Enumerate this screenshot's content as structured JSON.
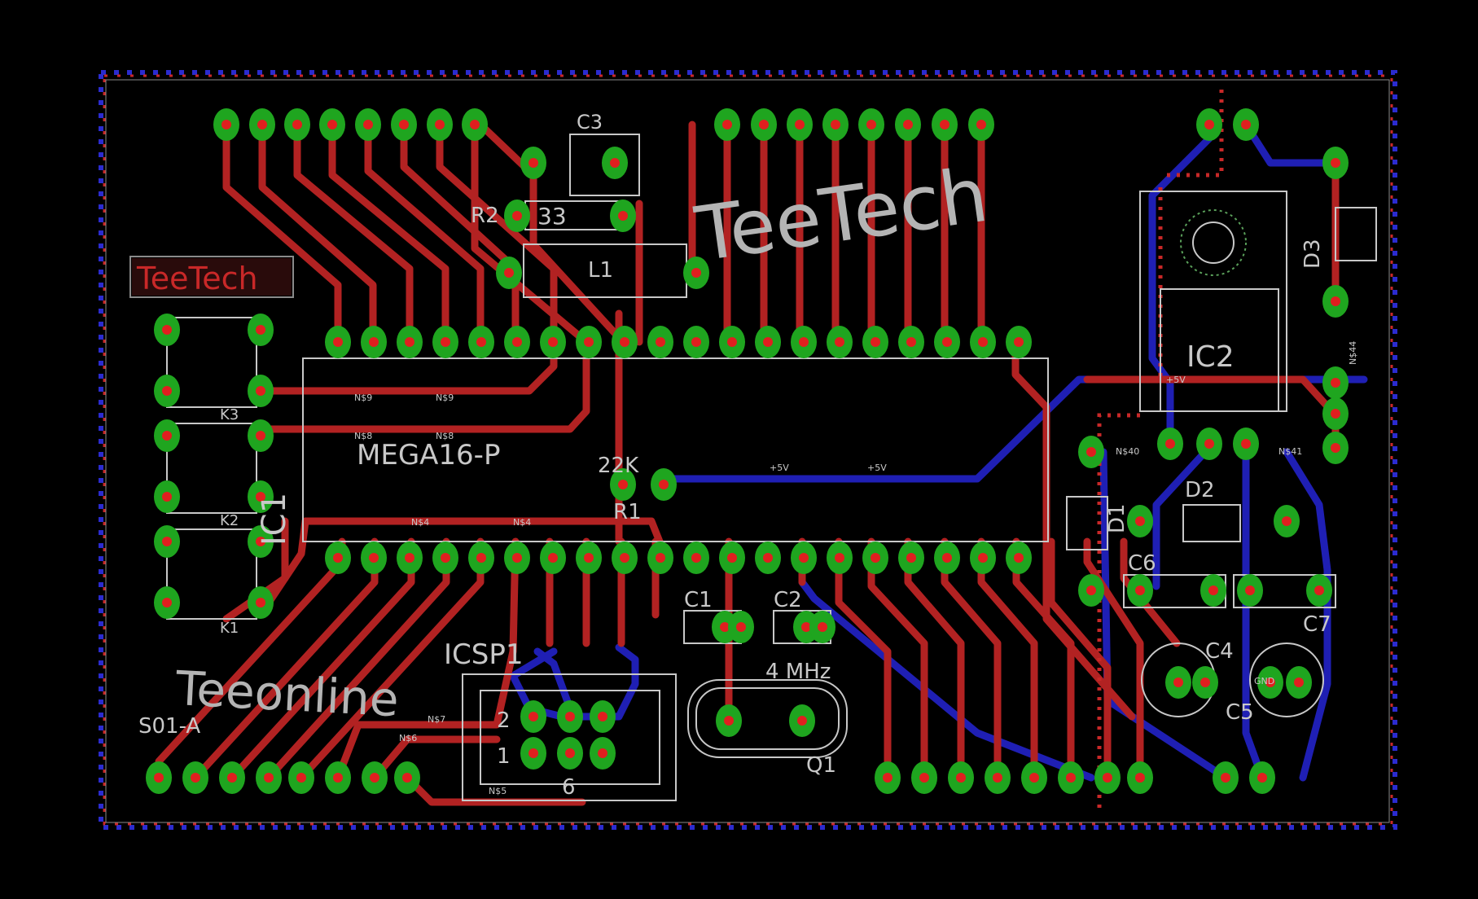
{
  "colors": {
    "background": "#000000",
    "top_copper": "#b22222",
    "bottom_copper": "#1f1fb4",
    "pad": "#1fa51f",
    "drill": "#e01f1f",
    "silkscreen": "#c8c8c8",
    "outline_red": "#c82828"
  },
  "silk": {
    "brand": "TeeTech",
    "brand_small": "TeeTech",
    "online": "Teeonline",
    "mcu": "MEGA16-P",
    "ic1": "IC1",
    "ic2": "IC2",
    "c3": "C3",
    "r2": "R2",
    "r2_value": "33",
    "l1": "L1",
    "r1": "R1",
    "r1_value": "22K",
    "k1": "K1",
    "k2": "K2",
    "k3": "K3",
    "icsp": "ICSP1",
    "icsp_pin2": "2",
    "icsp_pin1": "1",
    "icsp_pin6": "6",
    "c1": "C1",
    "c2": "C2",
    "crystal_value": "4 MHz",
    "q1": "Q1",
    "d1": "D1",
    "d2": "D2",
    "d3": "D3",
    "c4": "C4",
    "c5": "C5",
    "c6": "C6",
    "c7": "C7",
    "s01": "S01-A"
  },
  "net_labels": {
    "plus5v": "+5V",
    "gnd": "GND",
    "n9": "N$9",
    "n8": "N$8",
    "n4": "N$4",
    "n40": "N$40",
    "n41": "N$41",
    "n44": "N$44",
    "n5": "N$5",
    "n6": "N$6",
    "n7": "N$7"
  }
}
